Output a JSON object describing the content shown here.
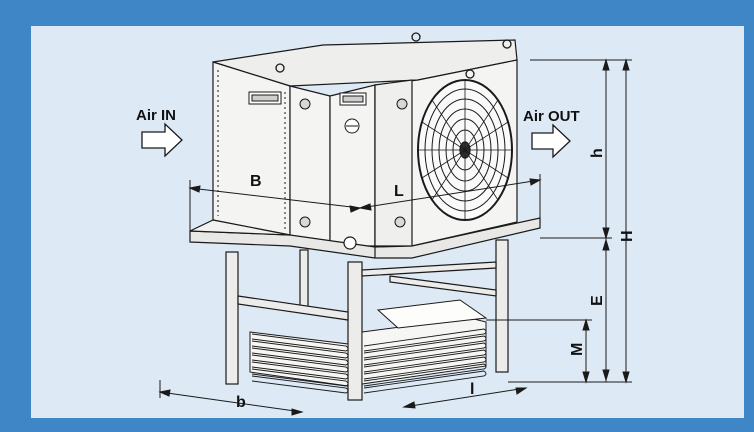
{
  "diagram": {
    "labels": {
      "air_in": "Air IN",
      "air_out": "Air OUT",
      "dim_B": "B",
      "dim_L": "L",
      "dim_h": "h",
      "dim_H": "H",
      "dim_E": "E",
      "dim_M": "M",
      "dim_b": "b",
      "dim_l": "l"
    }
  },
  "colors": {
    "frame": "#3f86c6",
    "panel": "#ddeaf5",
    "unit_face": "#f4f4f2",
    "line": "#1a1a1a"
  }
}
